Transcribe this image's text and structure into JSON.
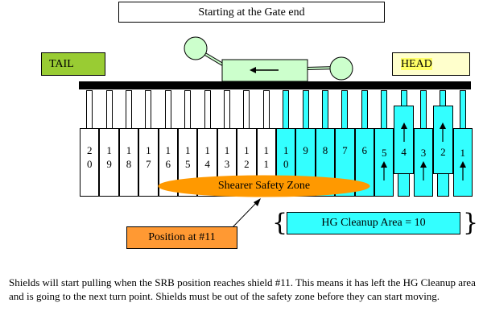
{
  "title": "Starting at the Gate end",
  "tail_label": "TAIL",
  "head_label": "HEAD",
  "zone_label": "Shearer Safety Zone",
  "position_label": "Position at #11",
  "cleanup_label": "HG Cleanup Area = 10",
  "note": "Shields will start pulling when the SRB position reaches shield #11.  This means it has left the HG Cleanup area and is going to the next turn point.  Shields must be out of the safety zone before they can start moving.",
  "colors": {
    "tail": "#99cc33",
    "head": "#ffffcc",
    "head_highlight": "#ffff66",
    "shearer": "#ccffcc",
    "shield_normal": "#ffffff",
    "shield_cleanup": "#33ffff",
    "safety_zone": "#ff9900",
    "position_box": "#ff9933",
    "cleanup_box": "#33ffff"
  },
  "shearer": {
    "direction": "left",
    "arrow_icon": "left-arrow-icon"
  },
  "shields": [
    {
      "id": "20",
      "label": [
        "2",
        "0"
      ],
      "cleanup": false,
      "advanced": false
    },
    {
      "id": "19",
      "label": [
        "1",
        "9"
      ],
      "cleanup": false,
      "advanced": false
    },
    {
      "id": "18",
      "label": [
        "1",
        "8"
      ],
      "cleanup": false,
      "advanced": false
    },
    {
      "id": "17",
      "label": [
        "1",
        "7"
      ],
      "cleanup": false,
      "advanced": false
    },
    {
      "id": "16",
      "label": [
        "1",
        "6"
      ],
      "cleanup": false,
      "advanced": false
    },
    {
      "id": "15",
      "label": [
        "1",
        "5"
      ],
      "cleanup": false,
      "advanced": false
    },
    {
      "id": "14",
      "label": [
        "1",
        "4"
      ],
      "cleanup": false,
      "advanced": false
    },
    {
      "id": "13",
      "label": [
        "1",
        "3"
      ],
      "cleanup": false,
      "advanced": false
    },
    {
      "id": "12",
      "label": [
        "1",
        "2"
      ],
      "cleanup": false,
      "advanced": false
    },
    {
      "id": "11",
      "label": [
        "1",
        "1"
      ],
      "cleanup": false,
      "advanced": false
    },
    {
      "id": "10",
      "label": [
        "1",
        "0"
      ],
      "cleanup": true,
      "advanced": false
    },
    {
      "id": "9",
      "label": [
        "9"
      ],
      "cleanup": true,
      "advanced": false
    },
    {
      "id": "8",
      "label": [
        "8"
      ],
      "cleanup": true,
      "advanced": false
    },
    {
      "id": "7",
      "label": [
        "7"
      ],
      "cleanup": true,
      "advanced": false
    },
    {
      "id": "6",
      "label": [
        "6"
      ],
      "cleanup": true,
      "advanced": false
    },
    {
      "id": "5",
      "label": [
        "5"
      ],
      "cleanup": true,
      "advanced": false,
      "arrow": "up"
    },
    {
      "id": "4",
      "label": [
        "4"
      ],
      "cleanup": true,
      "advanced": true,
      "arrow": "up"
    },
    {
      "id": "3",
      "label": [
        "3"
      ],
      "cleanup": true,
      "advanced": false,
      "arrow": "up"
    },
    {
      "id": "2",
      "label": [
        "2"
      ],
      "cleanup": true,
      "advanced": true,
      "arrow": "up"
    },
    {
      "id": "1",
      "label": [
        "1"
      ],
      "cleanup": true,
      "advanced": false,
      "arrow": "up"
    }
  ]
}
